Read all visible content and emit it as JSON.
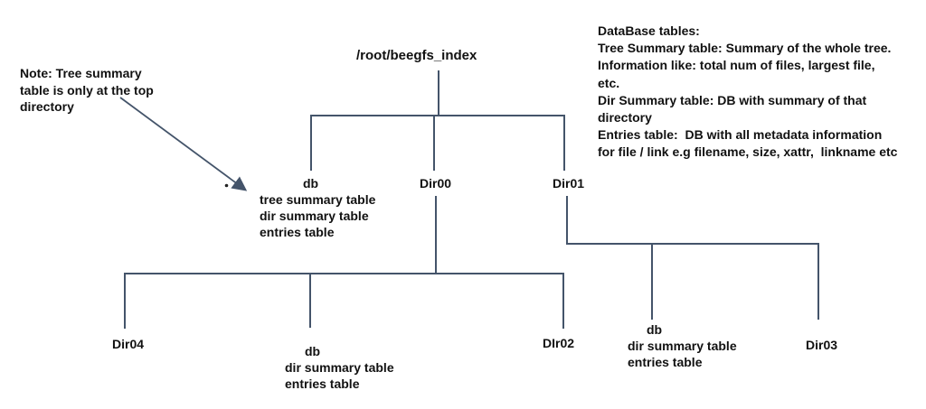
{
  "colors": {
    "line": "#44546a",
    "text": "#111111",
    "background": "#ffffff"
  },
  "root": {
    "path_label": "/root/beegfs_index"
  },
  "note": {
    "lines": [
      "Note: Tree summary",
      "table is only at the top",
      "directory"
    ]
  },
  "legend": {
    "lines": [
      "DataBase tables:",
      "Tree Summary table: Summary of the whole tree.",
      "Information like: total num of files, largest file,",
      "etc.",
      "Dir Summary table: DB with summary of that",
      "directory",
      "Entries table:  DB with all metadata information",
      "for file / link e.g filename, size, xattr,  linkname etc"
    ]
  },
  "tree": {
    "level1": {
      "db": {
        "label": "db",
        "tables": [
          "tree summary table",
          "dir summary table",
          "entries table"
        ]
      },
      "dir00": {
        "label": "Dir00"
      },
      "dir01": {
        "label": "Dir01"
      }
    },
    "dir00_children": {
      "dir04": {
        "label": "Dir04"
      },
      "db": {
        "label": "db",
        "tables": [
          "dir summary table",
          "entries table"
        ]
      },
      "dir02": {
        "label": "DIr02"
      }
    },
    "dir01_children": {
      "db": {
        "label": "db",
        "tables": [
          "dir summary table",
          "entries table"
        ]
      },
      "dir03": {
        "label": "Dir03"
      }
    }
  }
}
